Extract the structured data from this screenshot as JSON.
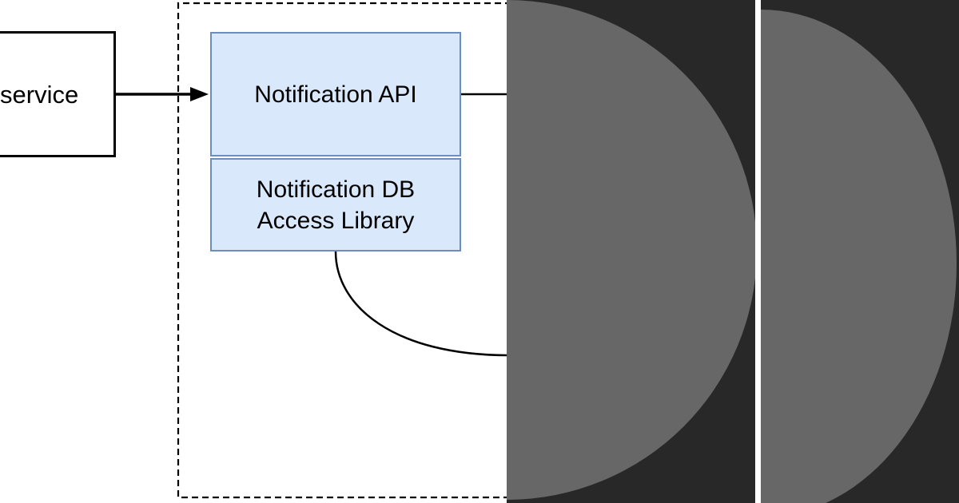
{
  "card": {
    "diagram": {
      "nodes": {
        "service": {
          "label": "service"
        },
        "notification_api": {
          "label": "Notification API"
        },
        "notification_db_access_library": {
          "label": "Notification DB Access Library"
        }
      },
      "connectors": {
        "service_to_api": "arrow",
        "api_to_right": "line",
        "db_to_bottom_right": "curve",
        "boundary_style": "dashed"
      }
    },
    "colors": {
      "background": "#ffffff",
      "line": "#000000",
      "node_fill": "#dae8fc",
      "node_stroke": "#6c8ebf",
      "panel_bg": "#282828",
      "circle_fill": "#676767"
    }
  }
}
